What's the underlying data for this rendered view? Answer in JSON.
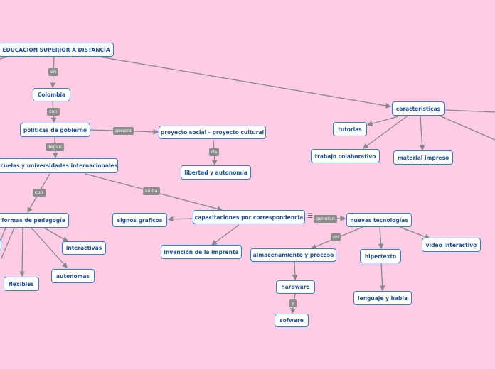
{
  "colors": {
    "background": "#ffcce6",
    "node_border": "#2a7fd0",
    "node_text": "#1f4fa0",
    "edge": "#888888",
    "label_bg": "#8c8c8c"
  },
  "nodes": {
    "root": "EDUCACIÓN SUPERIOR A DISTANCIA",
    "colombia": "Colombia",
    "politicas": "politicas de gobierno",
    "proyecto": "proyecto social - proyecto cultural",
    "libertad": "libertad y autonomía",
    "escuelas": "escuelas y universidades internacionales",
    "formas": "s formas de pedagogía",
    "interactivas": "interactivas",
    "autonomas": "autonomas",
    "flexibles": "flexibles",
    "signos": "signos graficos",
    "capacitaciones": "capacitaciones por correspondencia",
    "invencion": "invención de la imprenta",
    "caracteristicas": "caracteristicas",
    "tutorias": "tutorias",
    "trabajo": "trabajo colaborativo",
    "material": "material impreso",
    "nuevas": "nuevas tecnologías",
    "almacenamiento": "almacenamiento y proceso",
    "hipertexto": "hipertexto",
    "video": "video interactivo",
    "hardware": "hardware",
    "sofware": "sofware",
    "lenguaje": "lenguaje y habla"
  },
  "labels": {
    "en1": "en",
    "con1": "con",
    "genera": "genera",
    "llegan": "llegan",
    "da": "da",
    "con2": "con",
    "se_da": "se da",
    "generan": "generan",
    "en2": "en",
    "y": "y"
  },
  "icons": {
    "menu": "menu-icon"
  }
}
